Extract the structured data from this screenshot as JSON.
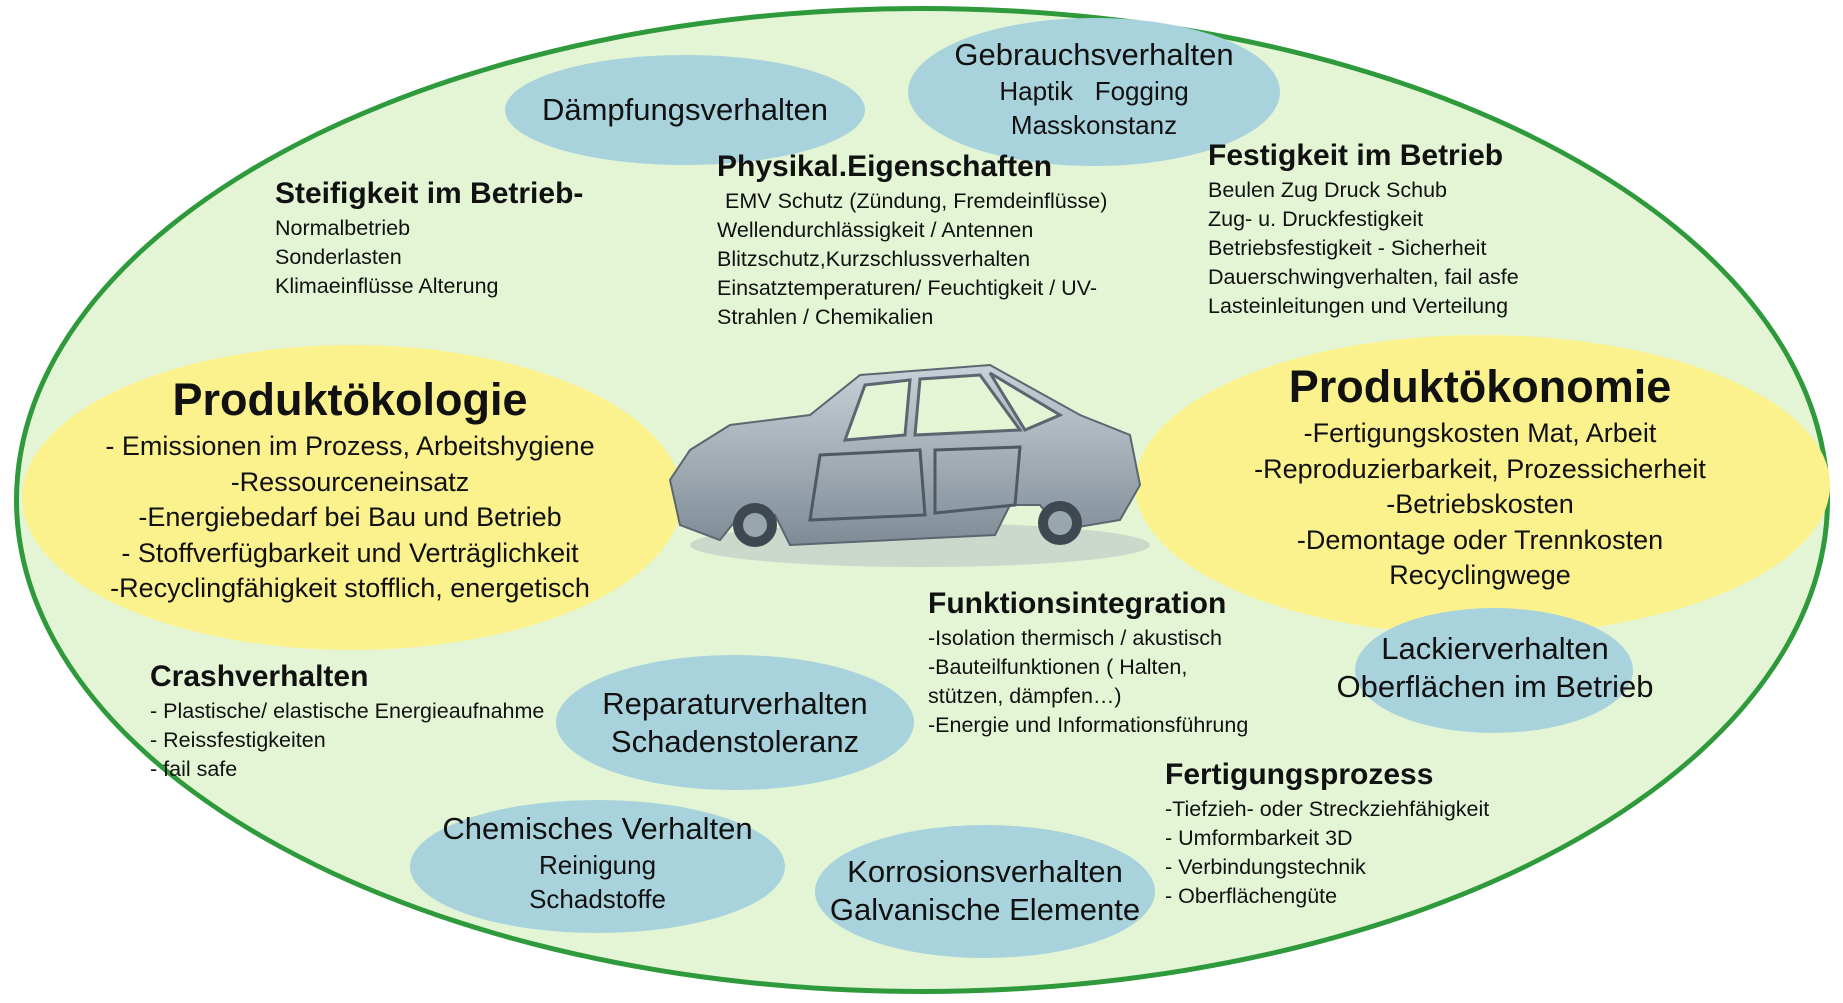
{
  "oval_groups": {
    "daempfung": {
      "title": "Dämpfungsverhalten"
    },
    "gebrauch": {
      "title": "Gebrauchsverhalten",
      "lines": [
        "Haptik   Fogging",
        "Masskonstanz"
      ]
    },
    "lackier": {
      "lines": [
        "Lackierverhalten",
        "Oberflächen im Betrieb"
      ]
    },
    "reparatur": {
      "lines": [
        "Reparaturverhalten",
        "Schadenstoleranz"
      ]
    },
    "chemisch": {
      "title": "Chemisches Verhalten",
      "lines": [
        "Reinigung",
        "Schadstoffe"
      ]
    },
    "korrosion": {
      "lines": [
        "Korrosionsverhalten",
        "Galvanische Elemente"
      ]
    }
  },
  "sections": {
    "steifigkeit": {
      "title": "Steifigkeit im Betrieb-",
      "items": [
        "Normalbetrieb",
        "Sonderlasten",
        "Klimaeinflüsse Alterung"
      ]
    },
    "physikal": {
      "title": "Physikal.Eigenschaften",
      "items": [
        "EMV Schutz (Zündung, Fremdeinflüsse)",
        "Wellendurchlässigkeit  / Antennen",
        "Blitzschutz,Kurzschlussverhalten",
        "Einsatztemperaturen/  Feuchtigkeit  / UV-",
        "Strahlen  / Chemikalien"
      ]
    },
    "festigkeit": {
      "title": "Festigkeit im Betrieb",
      "items": [
        "Beulen Zug Druck Schub",
        "Zug- u. Druckfestigkeit",
        "Betriebsfestigkeit -  Sicherheit",
        "Dauerschwingverhalten,  fail asfe",
        "Lasteinleitungen  und Verteilung"
      ]
    },
    "crash": {
      "title": "Crashverhalten",
      "items": [
        "- Plastische/ elastische Energieaufnahme",
        "- Reissfestigkeiten",
        "- fail safe"
      ]
    },
    "funktion": {
      "title": "Funktionsintegration",
      "items": [
        "-Isolation thermisch / akustisch",
        "-Bauteilfunktionen  ( Halten,",
        "stützen,  dämpfen…)",
        "-Energie  und Informationsführung"
      ]
    },
    "fertigung": {
      "title": "Fertigungsprozess",
      "items": [
        "-Tiefzieh-  oder Streckziehfähigkeit",
        "- Umformbarkeit  3D",
        "- Verbindungstechnik",
        "- Oberflächengüte"
      ]
    }
  },
  "highlights": {
    "oekologie": {
      "title": "Produktökologie",
      "items": [
        "- Emissionen im Prozess, Arbeitshygiene",
        "-Ressourceneinsatz",
        "-Energiebedarf bei Bau und Betrieb",
        "- Stoffverfügbarkeit und Verträglichkeit",
        "-Recyclingfähigkeit stofflich, energetisch"
      ]
    },
    "oekonomie": {
      "title": "Produktökonomie",
      "items": [
        "-Fertigungskosten  Mat, Arbeit",
        "-Reproduzierbarkeit,  Prozessicherheit",
        "-Betriebskosten",
        "-Demontage oder Trennkosten",
        "Recyclingwege"
      ]
    }
  },
  "colors": {
    "outer_fill": "#e4f5d6",
    "outer_border": "#2f9a3c",
    "blue_bubble": "#a9d3dc",
    "yellow_bubble": "#fbf28e"
  },
  "image": {
    "subject": "car-body-in-white"
  }
}
